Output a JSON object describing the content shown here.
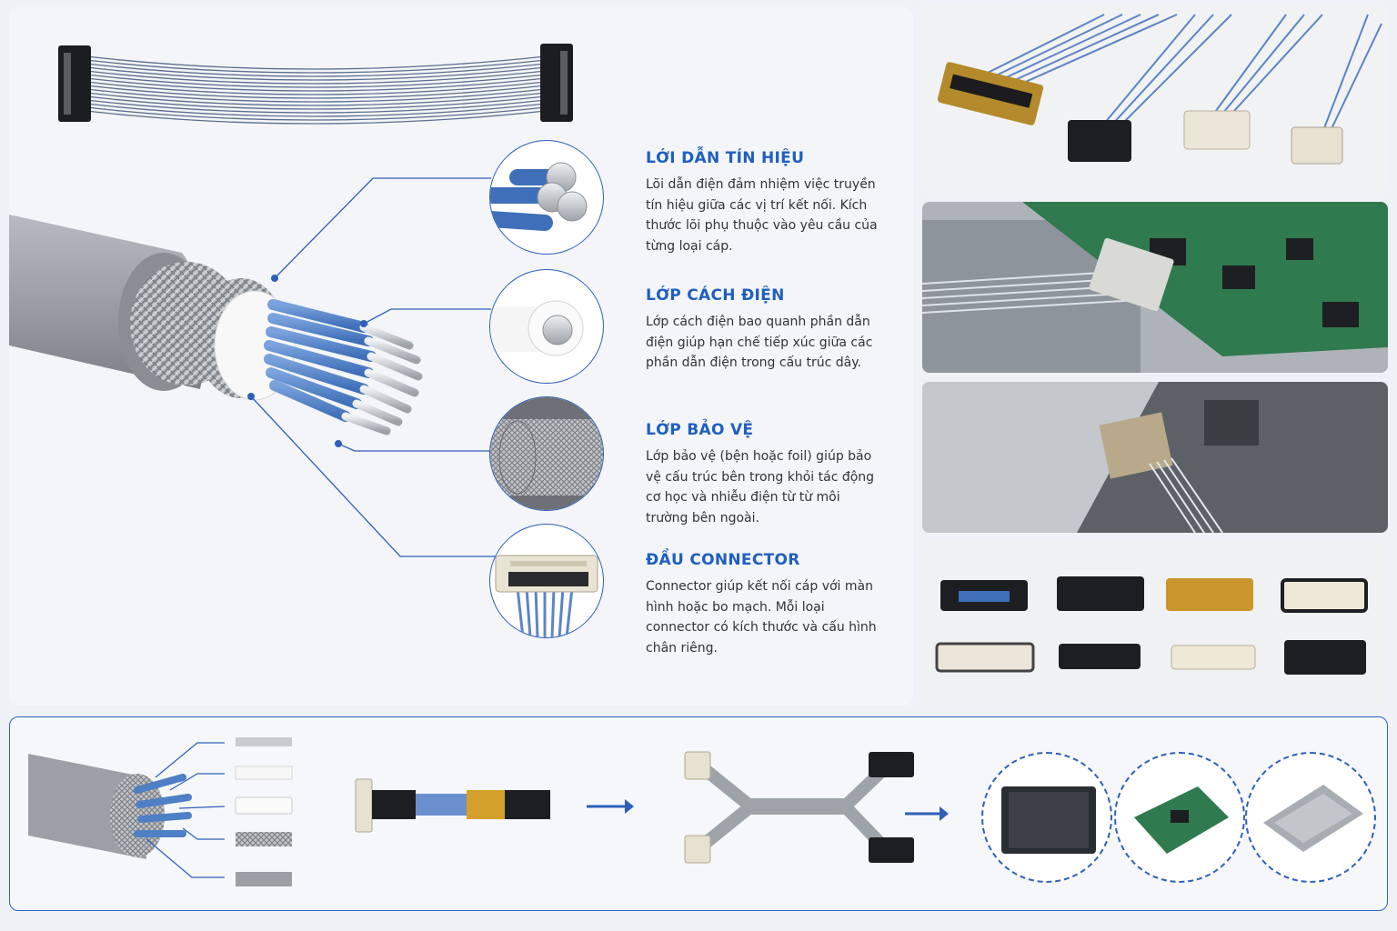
{
  "sections": [
    {
      "title": "LỚI DẪN TÍN HIỆU",
      "body": "Lõi dẫn điện đảm nhiệm việc truyền tín hiệu giữa các vị trí kết nối. Kích thước lõi phụ thuộc vào yêu cầu của từng loại cáp."
    },
    {
      "title": "LỚP CÁCH ĐIỆN",
      "body": "Lớp cách điện bao quanh phần dẫn điện giúp hạn chế tiếp xúc giữa các phần dẫn điện trong cấu trúc dây."
    },
    {
      "title": "LỚP BẢO VỆ",
      "body": "Lớp bảo vệ (bện hoặc foil) giúp bảo vệ cấu trúc bên trong khỏi tác động cơ học và nhiễu điện từ từ môi trường bên ngoài."
    },
    {
      "title": "ĐẦU CONNECTOR",
      "body": "Connector giúp kết nối cáp với màn hình hoặc bo mạch. Mỗi loại connector có kích thước và cấu hình chân riêng."
    }
  ],
  "colors": {
    "accent": "#1f5fbf",
    "wire_blue": "#4f7fc4",
    "cable_gray": "#9a9ea4",
    "pcb_green": "#2f7a4e"
  }
}
